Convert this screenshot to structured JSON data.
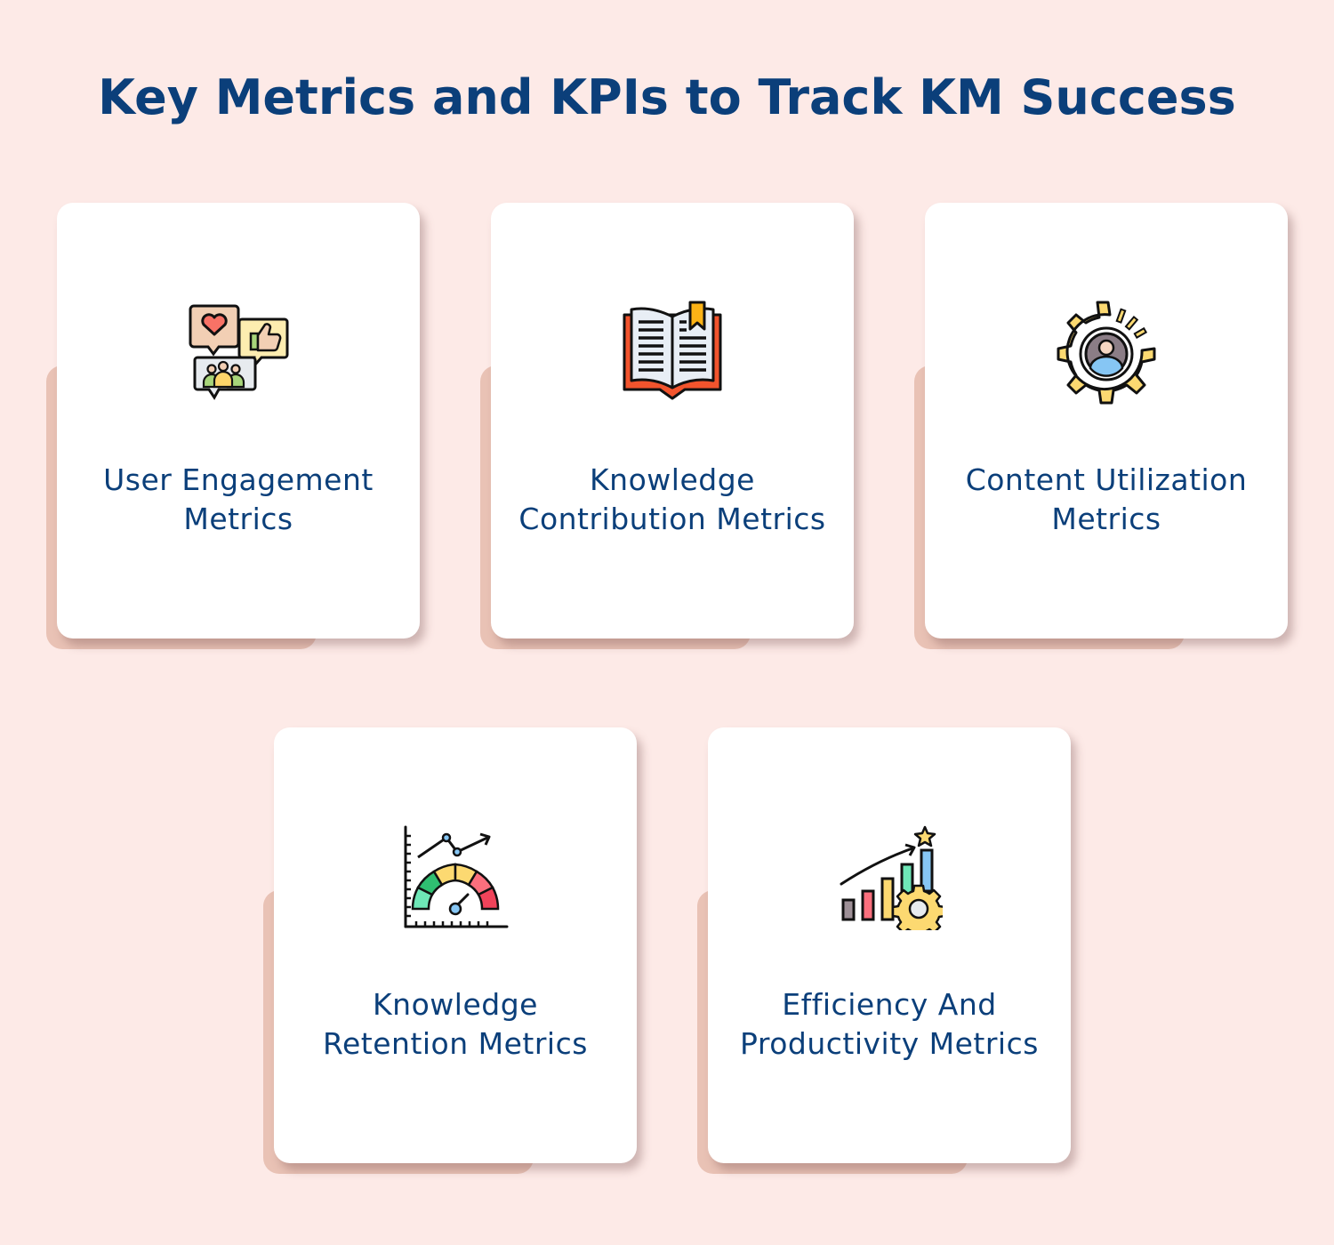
{
  "title": "Key Metrics and KPIs to Track KM Success",
  "colors": {
    "background": "#fdeae7",
    "title_text": "#0b3f7a",
    "card": "#ffffff",
    "accent_panel": "#e9c2b5"
  },
  "cards": [
    {
      "label_line1": "User Engagement",
      "label_line2": "Metrics",
      "icon": "chat-bubbles-engagement-icon"
    },
    {
      "label_line1": "Knowledge",
      "label_line2": "Contribution Metrics",
      "icon": "open-book-bookmark-icon"
    },
    {
      "label_line1": "Content Utilization",
      "label_line2": "Metrics",
      "icon": "gear-user-icon"
    },
    {
      "label_line1": "Knowledge",
      "label_line2": "Retention Metrics",
      "icon": "gauge-chart-icon"
    },
    {
      "label_line1": "Efficiency And",
      "label_line2": "Productivity Metrics",
      "icon": "bar-chart-gear-star-icon"
    }
  ]
}
